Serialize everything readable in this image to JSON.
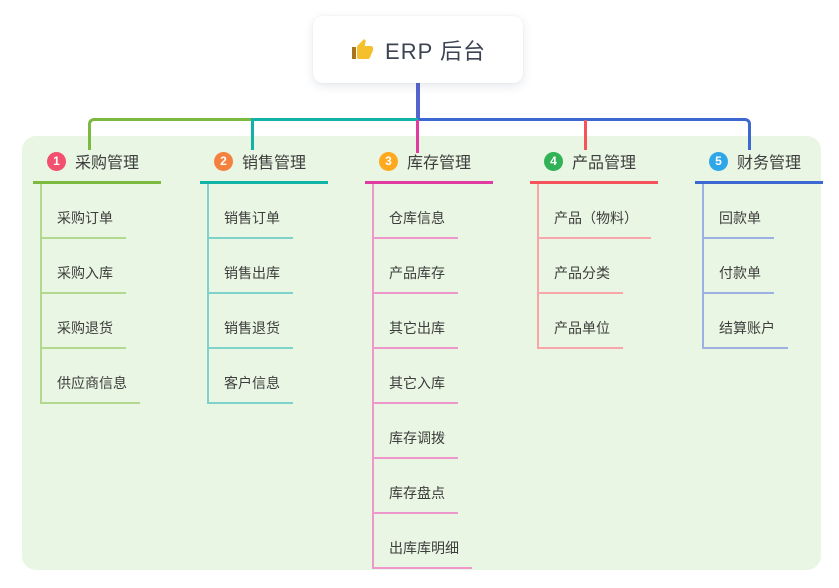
{
  "root": {
    "label": "ERP 后台",
    "icon": "thumbs-up"
  },
  "colors": {
    "panel": "#e9f6e3",
    "stem": "#5464cd",
    "green": "#7cb93f",
    "teal": "#10b3a6",
    "magenta": "#e13aa0",
    "red": "#f4535b",
    "blue": "#3e68d1"
  },
  "branches": [
    {
      "num": "1",
      "label": "采购管理",
      "badge": "#f2506e",
      "line": "#7cb93f",
      "line_light": "#b3d88f",
      "items": [
        "采购订单",
        "采购入库",
        "采购退货",
        "供应商信息"
      ]
    },
    {
      "num": "2",
      "label": "销售管理",
      "badge": "#f5813f",
      "line": "#10b3a6",
      "line_light": "#7dd3ca",
      "items": [
        "销售订单",
        "销售出库",
        "销售退货",
        "客户信息"
      ]
    },
    {
      "num": "3",
      "label": "库存管理",
      "badge": "#ffa91e",
      "line": "#e13aa0",
      "line_light": "#ef97cc",
      "items": [
        "仓库信息",
        "产品库存",
        "其它出库",
        "其它入库",
        "库存调拨",
        "库存盘点",
        "出库库明细"
      ]
    },
    {
      "num": "4",
      "label": "产品管理",
      "badge": "#31b257",
      "line": "#f4535b",
      "line_light": "#f9a6aa",
      "items": [
        "产品（物料）",
        "产品分类",
        "产品单位"
      ]
    },
    {
      "num": "5",
      "label": "财务管理",
      "badge": "#2ea7e9",
      "line": "#3e68d1",
      "line_light": "#9cb0e4",
      "items": [
        "回款单",
        "付款单",
        "结算账户"
      ]
    }
  ]
}
